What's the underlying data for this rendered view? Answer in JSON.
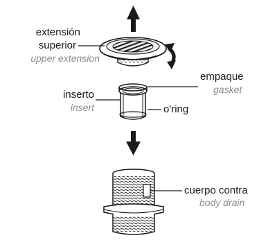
{
  "labels": {
    "upper_extension": {
      "es_line1": "extensión",
      "es_line2": "superior",
      "en": "upper extension"
    },
    "insert": {
      "es": "inserto",
      "en": "insert"
    },
    "gasket": {
      "es": "empaque",
      "en": "gasket"
    },
    "oring": {
      "es": "o'ring"
    },
    "body_drain": {
      "es": "cuerpo contra",
      "en": "body drain"
    }
  },
  "colors": {
    "line": "#1a1a1a",
    "translation_text": "#8c8c8c"
  }
}
